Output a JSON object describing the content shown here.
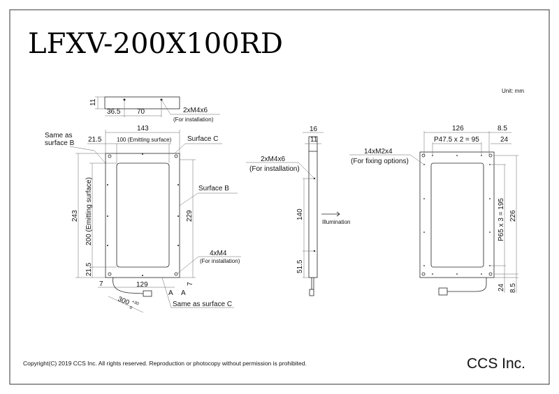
{
  "title": "LFXV-200X100RD",
  "unit": "Unit: mm",
  "top_view": {
    "dim_height": "11",
    "dim_a": "36.5",
    "dim_b": "70",
    "callout": "2xM4x6",
    "callout_note": "(For installation)"
  },
  "front_view": {
    "dim_width": "143",
    "dim_left": "21.5",
    "dim_emitting_width": "100 (Emitting surface)",
    "dim_height": "243",
    "dim_emitting_height": "200 (Emitting surface)",
    "dim_bottom": "21.5",
    "dim_right": "229",
    "dim_bottom_left": "7",
    "dim_bottom_width": "129",
    "dim_bottom_right": "7",
    "cable_length": "300",
    "cable_tol_plus": "+30",
    "cable_tol_minus": "0",
    "label_same_b": [
      "Same as",
      "surface B"
    ],
    "label_surface_c": "Surface C",
    "label_surface_b": "Surface B",
    "callout": "4xM4",
    "callout_note": "(For installation)",
    "section_a": "A",
    "label_same_c": "Same as surface C"
  },
  "side_view": {
    "dim_16": "16",
    "dim_11": "11",
    "callout": "2xM4x6",
    "callout_note": "(For installation)",
    "dim_140": "140",
    "dim_51_5": "51.5",
    "illumination": "Illumination"
  },
  "back_view": {
    "dim_126": "126",
    "dim_8_5_top": "8.5",
    "dim_pitch_h": "P47.5 x 2 = 95",
    "dim_24_top": "24",
    "callout": "14xM2x4",
    "callout_note": "(For fixing options)",
    "dim_pitch_v": "P65 x 3 = 195",
    "dim_226": "226",
    "dim_24_bottom": "24",
    "dim_8_5_bottom": "8.5"
  },
  "footer": {
    "copyright": "Copyright(C) 2019 CCS Inc. All rights reserved. Reproduction or photocopy without permission is prohibited.",
    "company": "CCS Inc."
  }
}
